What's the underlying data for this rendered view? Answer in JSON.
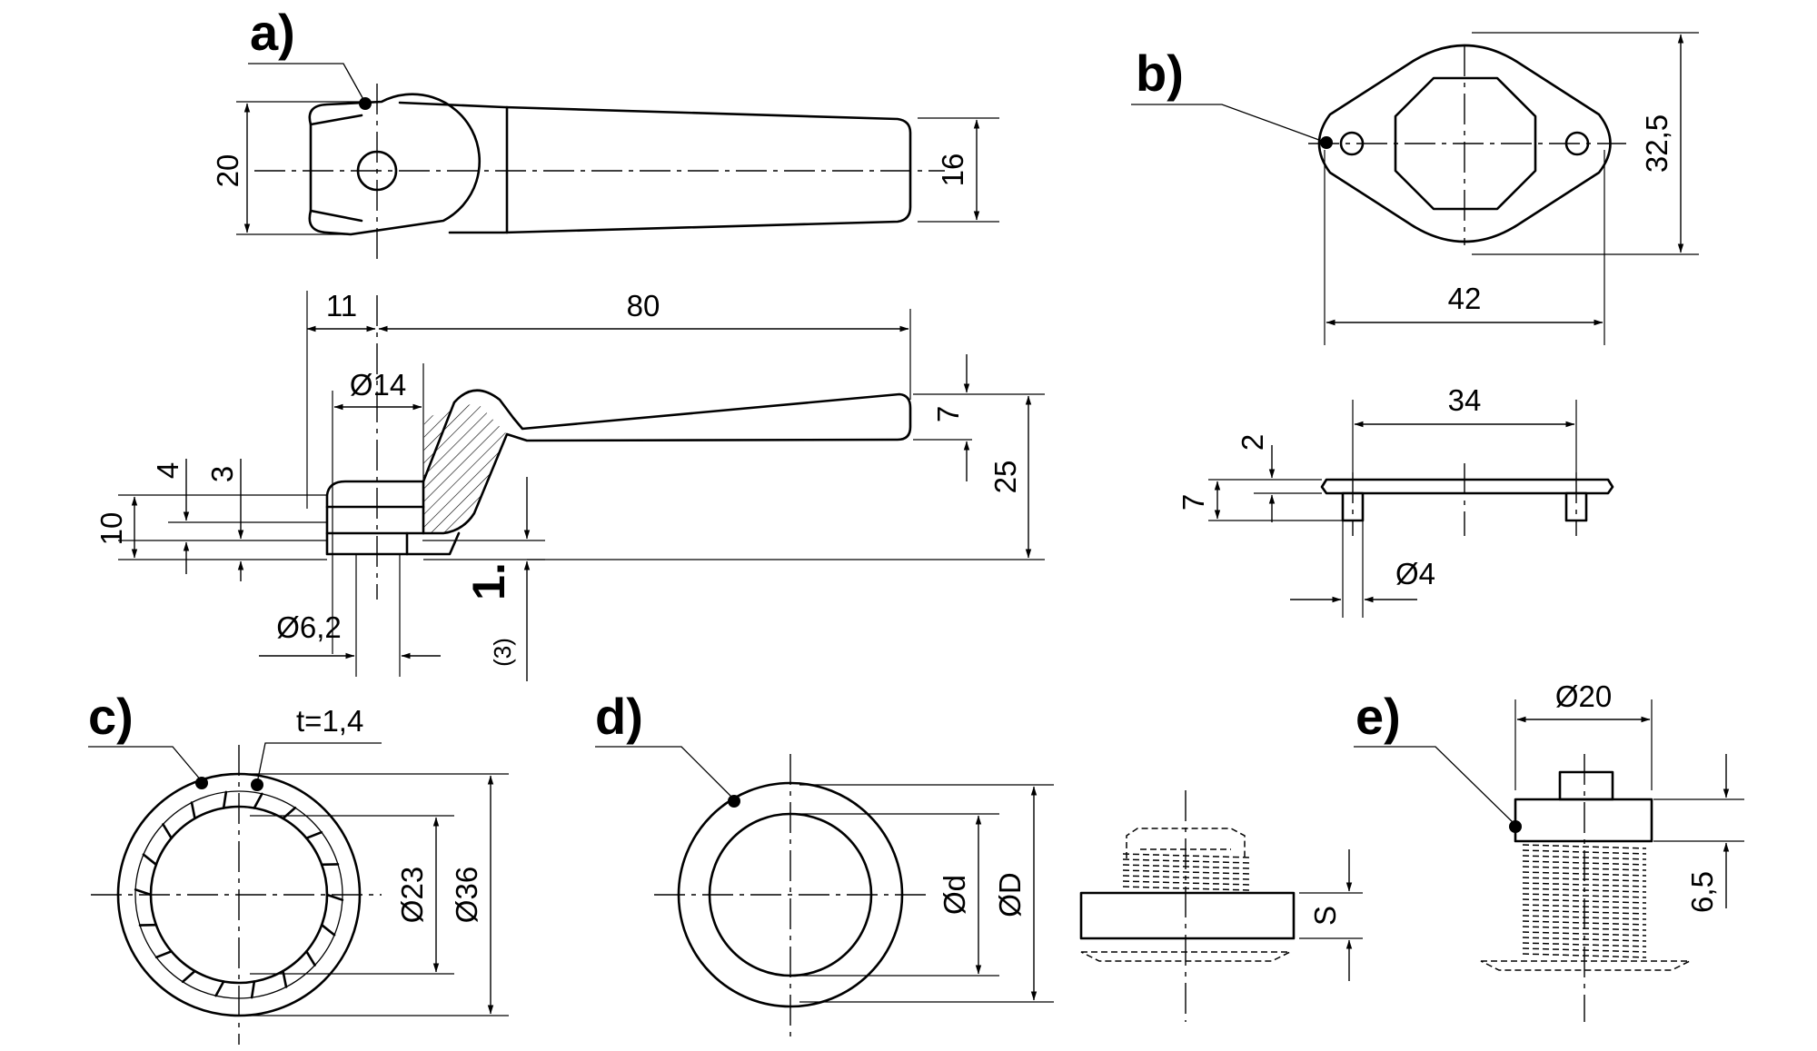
{
  "views": {
    "a": {
      "label": "a)",
      "dims": {
        "w20": "20",
        "w16": "16",
        "l11": "11",
        "l80": "80",
        "d14": "Ø14",
        "h7": "7",
        "h25": "25",
        "h4": "4",
        "h3": "3",
        "h10": "10",
        "d62": "Ø6,2",
        "step": "1.",
        "step_sub": "(3)"
      }
    },
    "b": {
      "label": "b)",
      "dims": {
        "h325": "32,5",
        "w42": "42",
        "w34": "34",
        "h2": "2",
        "h7": "7",
        "d4": "Ø4"
      }
    },
    "c": {
      "label": "c)",
      "dims": {
        "t": "t=1,4",
        "d23": "Ø23",
        "d36": "Ø36"
      }
    },
    "d": {
      "label": "d)",
      "dims": {
        "dd": "Ød",
        "dD": "ØD",
        "s": "S"
      }
    },
    "e": {
      "label": "e)",
      "dims": {
        "d20": "Ø20",
        "h65": "6,5"
      }
    }
  }
}
